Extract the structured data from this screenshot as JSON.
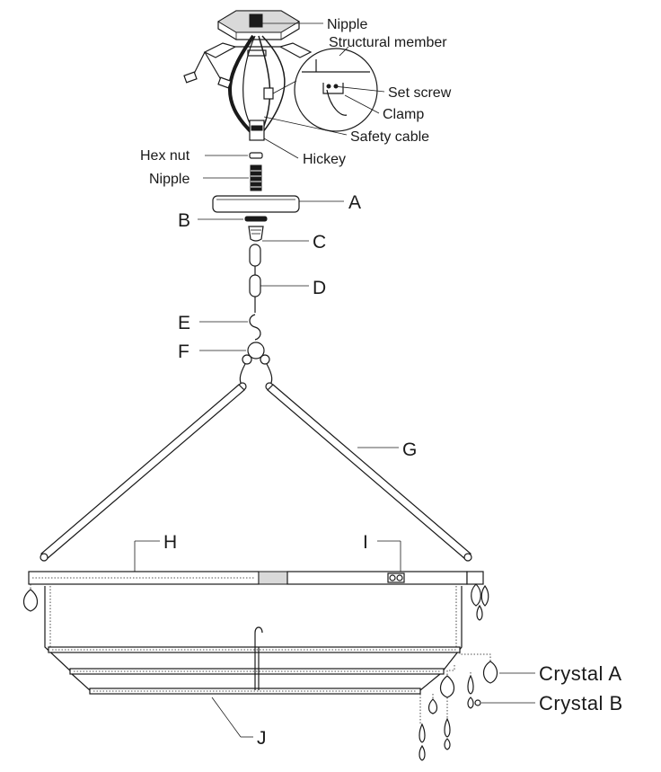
{
  "labels": {
    "nipple_top": "Nipple",
    "structural_member": "Structural member",
    "set_screw": "Set screw",
    "clamp": "Clamp",
    "safety_cable": "Safety cable",
    "hickey": "Hickey",
    "hex_nut": "Hex nut",
    "nipple": "Nipple",
    "a": "A",
    "b": "B",
    "c": "C",
    "d": "D",
    "e": "E",
    "f": "F",
    "g": "G",
    "h": "H",
    "i": "I",
    "j": "J",
    "crystal_a": "Crystal A",
    "crystal_b": "Crystal B"
  }
}
